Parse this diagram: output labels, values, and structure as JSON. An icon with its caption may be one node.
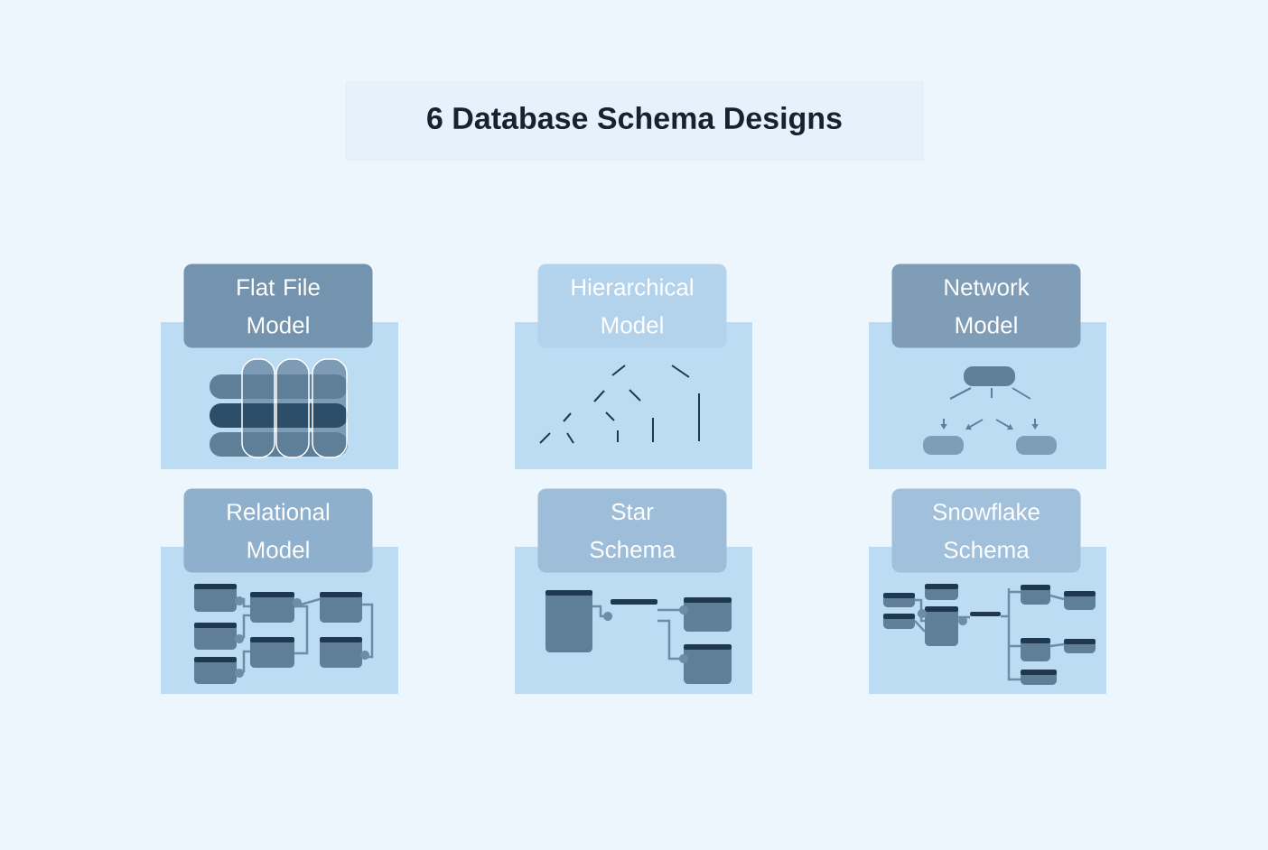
{
  "diagram": {
    "title": "6 Database Schema Designs",
    "nodes": [
      {
        "text": [
          "Flat File Model"
        ]
      },
      {
        "text": [
          "Hierarchical Model"
        ]
      },
      {
        "text": [
          "Network Model"
        ]
      },
      {
        "text": [
          "Relational Model"
        ]
      },
      {
        "text": [
          "Star Schema"
        ]
      },
      {
        "text": [
          "Snowflake Schema"
        ]
      }
    ]
  }
}
